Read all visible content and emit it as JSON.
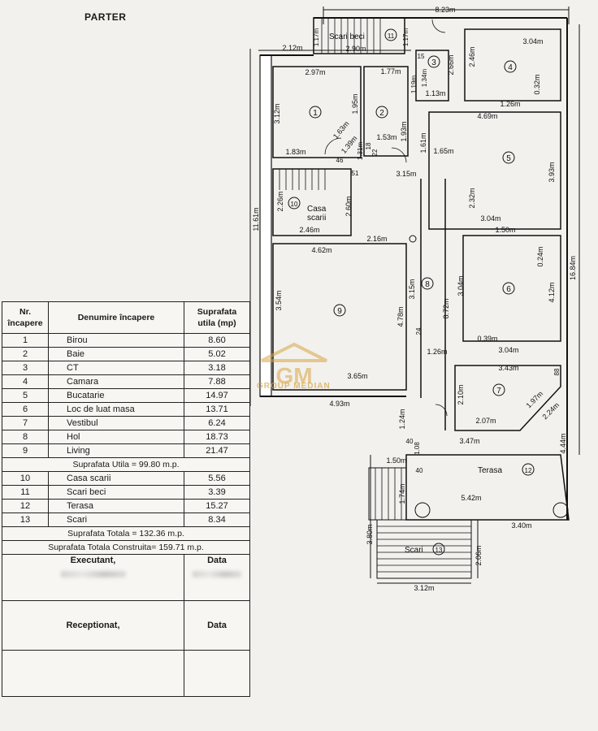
{
  "page": {
    "title": "PARTER"
  },
  "plan": {
    "dims": {
      "top_overall": "8.23m",
      "right_overall": "16.84m",
      "left_overall": "11.61m",
      "d_212": "2.12m",
      "d_290": "2.90m",
      "d_117a": "1.17m",
      "d_117b": "1.17m",
      "d_297": "2.97m",
      "d_177": "1.77m",
      "d_195": "1.95m",
      "d_312": "3.12m",
      "d_183": "1.83m",
      "d_153": "1.53m",
      "d_193": "1.93m",
      "d_163": "1.63m",
      "d_139": "1.39m",
      "d_131": "1.31m",
      "d_18": "18",
      "d_22": "22",
      "d_46": "46",
      "d_51": "51",
      "d_315": "3.15m",
      "d_15": "15",
      "d_134": "1.34m",
      "d_113": "1.13m",
      "d_119": "1.19m",
      "d_266": "2.66m",
      "d_304a": "3.04m",
      "d_246a": "2.46m",
      "d_032": "0.32m",
      "d_126a": "1.26m",
      "d_469": "4.69m",
      "d_161": "1.61m",
      "d_165": "1.65m",
      "d_393": "3.93m",
      "d_232": "2.32m",
      "d_304b": "3.04m",
      "d_150": "1.50m",
      "d_226": "2.26m",
      "d_260": "2.60m",
      "d_246b": "2.46m",
      "d_216": "2.16m",
      "d_462": "4.62m",
      "d_354": "3.54m",
      "d_478": "4.78m",
      "d_315b": "3.15m",
      "d_872": "8.72m",
      "d_304c": "3.04m",
      "d_024": "0.24m",
      "d_412": "4.12m",
      "d_24": "24",
      "d_039": "0.39m",
      "d_304d": "3.04m",
      "d_126b": "1.26m",
      "d_365": "3.65m",
      "d_493": "4.93m",
      "d_343": "3.43m",
      "d_210": "2.10m",
      "d_88": "88",
      "d_197": "1.97m",
      "d_224": "2.24m",
      "d_207": "2.07m",
      "d_124": "1.24m",
      "d_40a": "40",
      "d_108": "1.08",
      "d_347": "3.47m",
      "d_444": "4.44m",
      "d_150b": "1.50m",
      "d_40b": "40",
      "d_174": "1.74m",
      "d_542": "5.42m",
      "d_340": "3.40m",
      "d_380": "3.80m",
      "d_206": "2.06m",
      "d_312b": "3.12m"
    },
    "labels": {
      "scari_beci": "Scari beci",
      "casa": "Casa",
      "scarii": "scarii",
      "terasa": "Terasa",
      "scari": "Scari"
    },
    "rooms": [
      "1",
      "2",
      "3",
      "4",
      "5",
      "6",
      "7",
      "8",
      "9",
      "10",
      "11",
      "12",
      "13"
    ]
  },
  "legend": {
    "headers": {
      "nr": "Nr. încapere",
      "denumire": "Denumire încapere",
      "suprafata": "Suprafata utila (mp)"
    },
    "rows": [
      {
        "nr": "1",
        "name": "Birou",
        "area": "8.60"
      },
      {
        "nr": "2",
        "name": "Baie",
        "area": "5.02"
      },
      {
        "nr": "3",
        "name": "CT",
        "area": "3.18"
      },
      {
        "nr": "4",
        "name": "Camara",
        "area": "7.88"
      },
      {
        "nr": "5",
        "name": "Bucatarie",
        "area": "14.97"
      },
      {
        "nr": "6",
        "name": "Loc de luat masa",
        "area": "13.71"
      },
      {
        "nr": "7",
        "name": "Vestibul",
        "area": "6.24"
      },
      {
        "nr": "8",
        "name": "Hol",
        "area": "18.73"
      },
      {
        "nr": "9",
        "name": "Living",
        "area": "21.47"
      }
    ],
    "subtotal": "Suprafata Utila = 99.80 m.p.",
    "rows2": [
      {
        "nr": "10",
        "name": "Casa scarii",
        "area": "5.56"
      },
      {
        "nr": "11",
        "name": "Scari beci",
        "area": "3.39"
      },
      {
        "nr": "12",
        "name": "Terasa",
        "area": "15.27"
      },
      {
        "nr": "13",
        "name": "Scari",
        "area": "8.34"
      }
    ],
    "total": "Suprafata Totala = 132.36 m.p.",
    "total_constructed": "Suprafata Totala Construita= 159.71 m.p.",
    "executant": "Executant,",
    "data1": "Data",
    "receptionat": "Receptionat,",
    "data2": "Data"
  },
  "watermark": {
    "logo": "GM",
    "text": "GROUP MEDIAN"
  }
}
